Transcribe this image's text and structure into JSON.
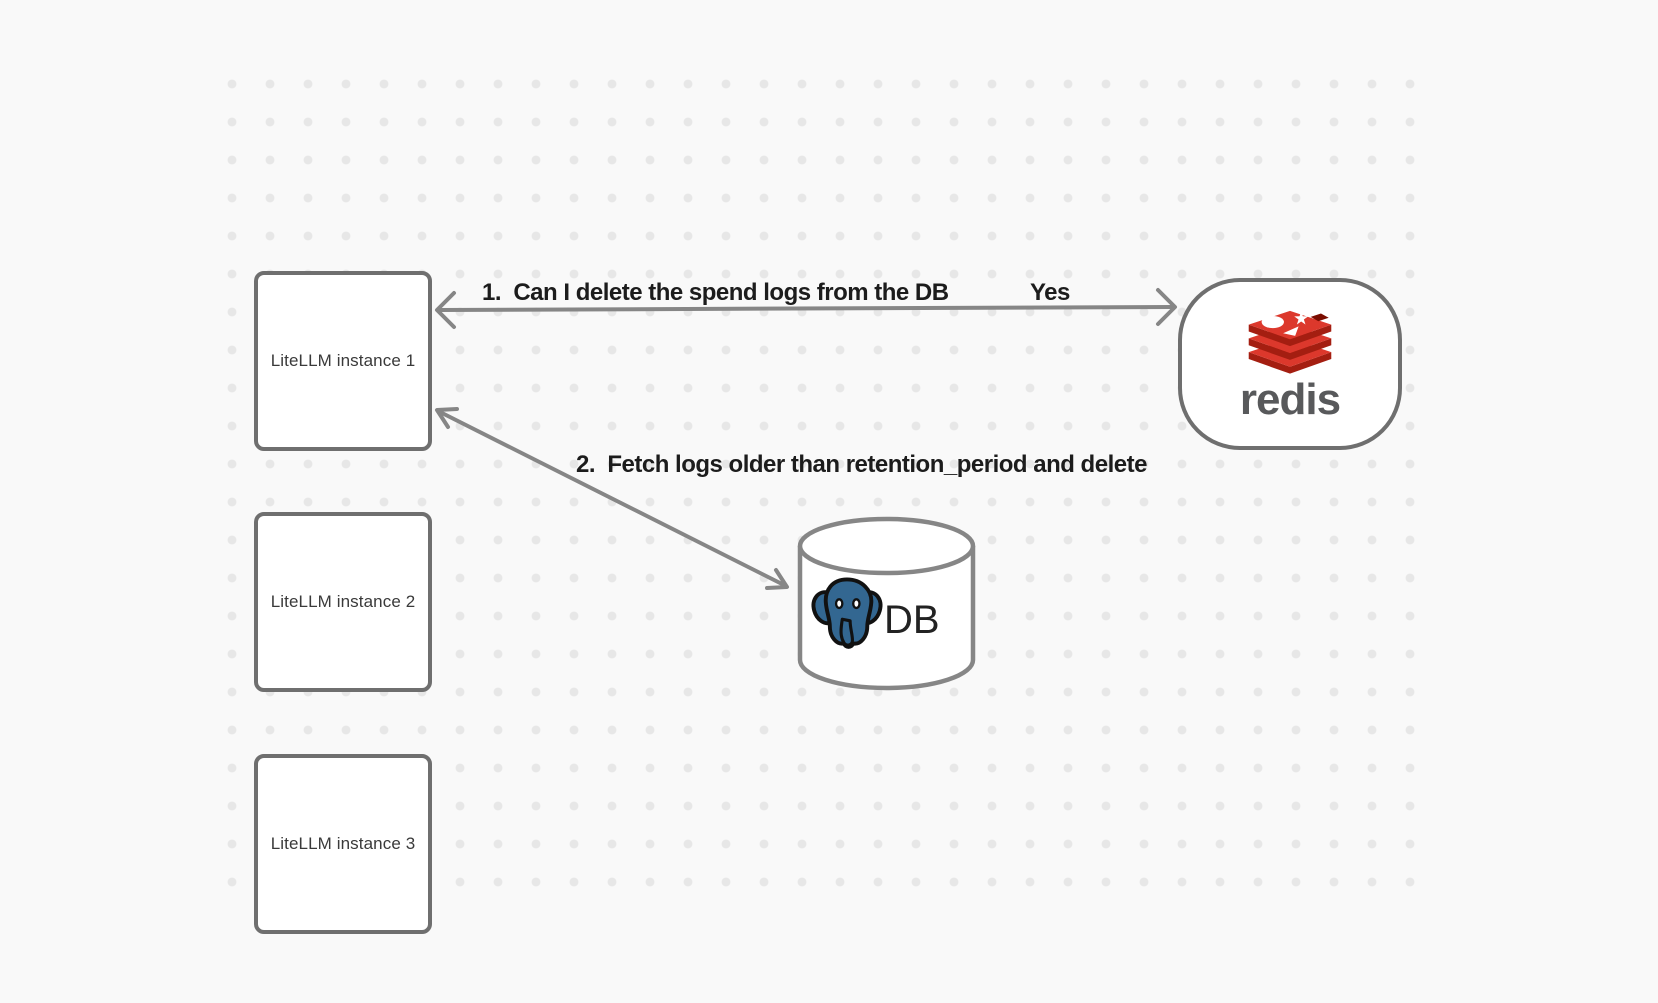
{
  "nodes": {
    "litellm1": {
      "label": "LiteLLM instance 1"
    },
    "litellm2": {
      "label": "LiteLLM instance 2"
    },
    "litellm3": {
      "label": "LiteLLM instance 3"
    },
    "redis": {
      "wordmark": "redis"
    },
    "db": {
      "label": "DB"
    }
  },
  "edges": {
    "step1": {
      "label": "1.  Can I delete the spend logs from the DB",
      "answer": "Yes"
    },
    "step2": {
      "label": "2.  Fetch logs older than retention_period and delete"
    }
  },
  "colors": {
    "canvas_bg": "#f9f9f9",
    "dot": "#e7e7e7",
    "node_border": "#6f6f6f",
    "connector": "#868686",
    "label_text": "#1c1c1c",
    "node_text": "#3a3a3a",
    "redis_red": "#dc382c",
    "redis_dark_red": "#a41e11",
    "redis_cube": "#7a0c00",
    "redis_wordmark": "#58595b",
    "postgres_blue": "#336791",
    "db_text": "#222222"
  }
}
